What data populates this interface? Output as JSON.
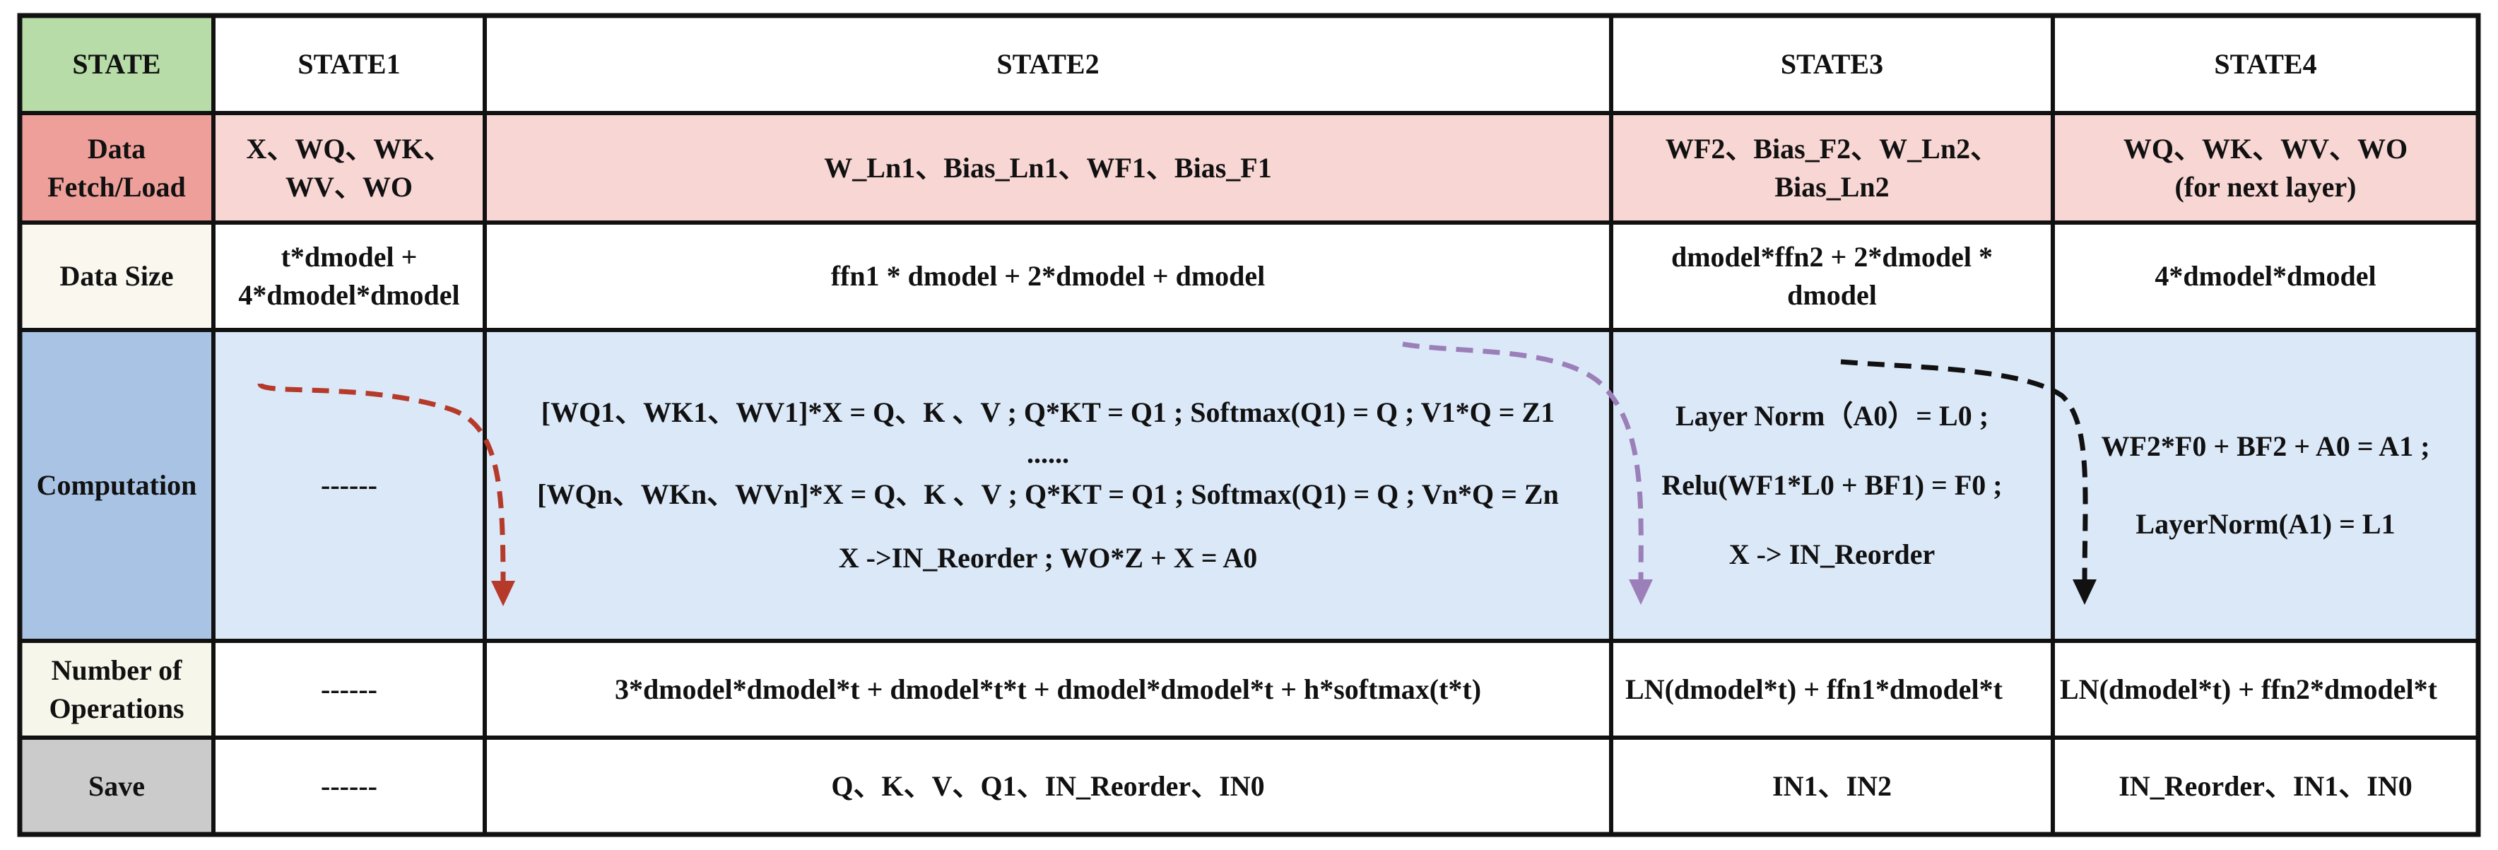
{
  "headers": {
    "col0": "STATE",
    "col1": "STATE1",
    "col2": "STATE2",
    "col3": "STATE3",
    "col4": "STATE4"
  },
  "row_labels": {
    "fetch": [
      "Data",
      "Fetch/Load"
    ],
    "size": "Data Size",
    "computation": "Computation",
    "ops": [
      "Number of",
      "Operations"
    ],
    "save": "Save"
  },
  "fetch": {
    "state1": [
      "X、WQ、WK、",
      "WV、WO"
    ],
    "state2": "W_Ln1、Bias_Ln1、WF1、Bias_F1",
    "state3": [
      "WF2、Bias_F2、W_Ln2、",
      "Bias_Ln2"
    ],
    "state4": [
      "WQ、WK、WV、WO",
      "(for next layer)"
    ]
  },
  "size": {
    "state1": [
      "t*dmodel +",
      "4*dmodel*dmodel"
    ],
    "state2": "ffn1 * dmodel + 2*dmodel + dmodel",
    "state3": [
      "dmodel*ffn2 + 2*dmodel *",
      "dmodel"
    ],
    "state4": "4*dmodel*dmodel"
  },
  "computation": {
    "state1": "------",
    "state2": [
      "[WQ1、WK1、WV1]*X = Q、K 、V ; Q*KT = Q1 ; Softmax(Q1) = Q ; V1*Q = Z1",
      "......",
      "[WQn、WKn、WVn]*X = Q、K 、V ; Q*KT = Q1 ; Softmax(Q1) = Q ; Vn*Q = Zn",
      "X ->IN_Reorder ; WO*Z + X = A0"
    ],
    "state3": [
      "Layer Norm（A0）= L0 ;",
      "Relu(WF1*L0 + BF1) = F0 ;",
      "X -> IN_Reorder"
    ],
    "state4": [
      "WF2*F0 + BF2 + A0 = A1 ;",
      "LayerNorm(A1) = L1"
    ]
  },
  "ops": {
    "state1": "------",
    "state2": "3*dmodel*dmodel*t + dmodel*t*t + dmodel*dmodel*t + h*softmax(t*t)",
    "state3": "LN(dmodel*t) + ffn1*dmodel*t",
    "state4": "LN(dmodel*t) + ffn2*dmodel*t"
  },
  "save": {
    "state1": "------",
    "state2": "Q、K、V、Q1、IN_Reorder、IN0",
    "state3": "IN1、IN2",
    "state4": "IN_Reorder、IN1、IN0"
  },
  "colors": {
    "state_header": "#b7dca8",
    "fetch_label": "#ef9f9a",
    "fetch_row": "#f8d6d4",
    "computation_label": "#a9c3e5",
    "computation_row": "#dbe8f8",
    "save_label": "#cbcbcb",
    "arrow_state1": "#b53a2a",
    "arrow_state2": "#9b7fb8",
    "arrow_state3": "#111111"
  }
}
